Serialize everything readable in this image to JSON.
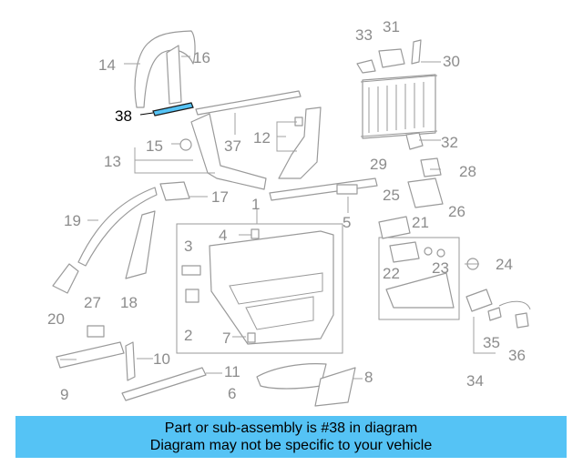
{
  "diagram": {
    "highlighted_part": "38",
    "highlight_color": "#55c3f5",
    "callouts": [
      "1",
      "2",
      "3",
      "4",
      "5",
      "6",
      "7",
      "8",
      "9",
      "10",
      "11",
      "12",
      "13",
      "14",
      "15",
      "16",
      "17",
      "18",
      "19",
      "20",
      "21",
      "22",
      "23",
      "24",
      "25",
      "26",
      "27",
      "28",
      "29",
      "30",
      "31",
      "32",
      "33",
      "34",
      "35",
      "36",
      "37",
      "38"
    ]
  },
  "caption": {
    "line1": "Part or sub-assembly is #38 in diagram",
    "line2": "Diagram may not be specific to your vehicle",
    "background": "#55c3f5"
  }
}
